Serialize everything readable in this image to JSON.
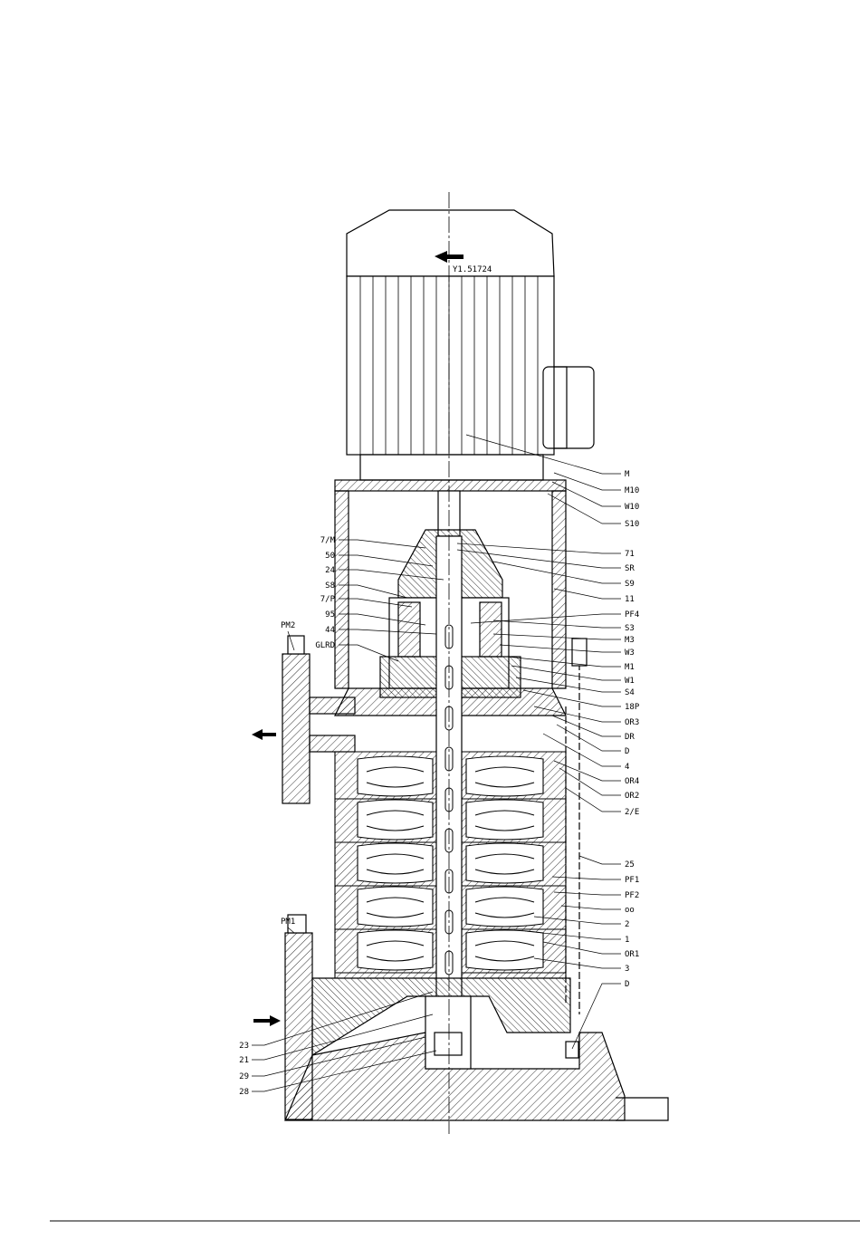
{
  "drawing": {
    "motor_code": "Y1.51724",
    "right_labels": [
      "M",
      "M10",
      "W10",
      "S10",
      "71",
      "SR",
      "S9",
      "11",
      "PF4",
      "S3",
      "M3",
      "W3",
      "M1",
      "W1",
      "S4",
      "18P",
      "OR3",
      "DR",
      "D",
      "4",
      "OR4",
      "OR2",
      "2/E",
      "25",
      "PF1",
      "PF2",
      "oo",
      "2",
      "1",
      "OR1",
      "3",
      "D"
    ],
    "left_labels": [
      "7/M",
      "50",
      "24",
      "S8",
      "7/P",
      "95",
      "44",
      "GLRD"
    ],
    "flange_labels": [
      "PM2",
      "PM1"
    ],
    "bottom_labels": [
      "23",
      "21",
      "29",
      "28"
    ]
  }
}
